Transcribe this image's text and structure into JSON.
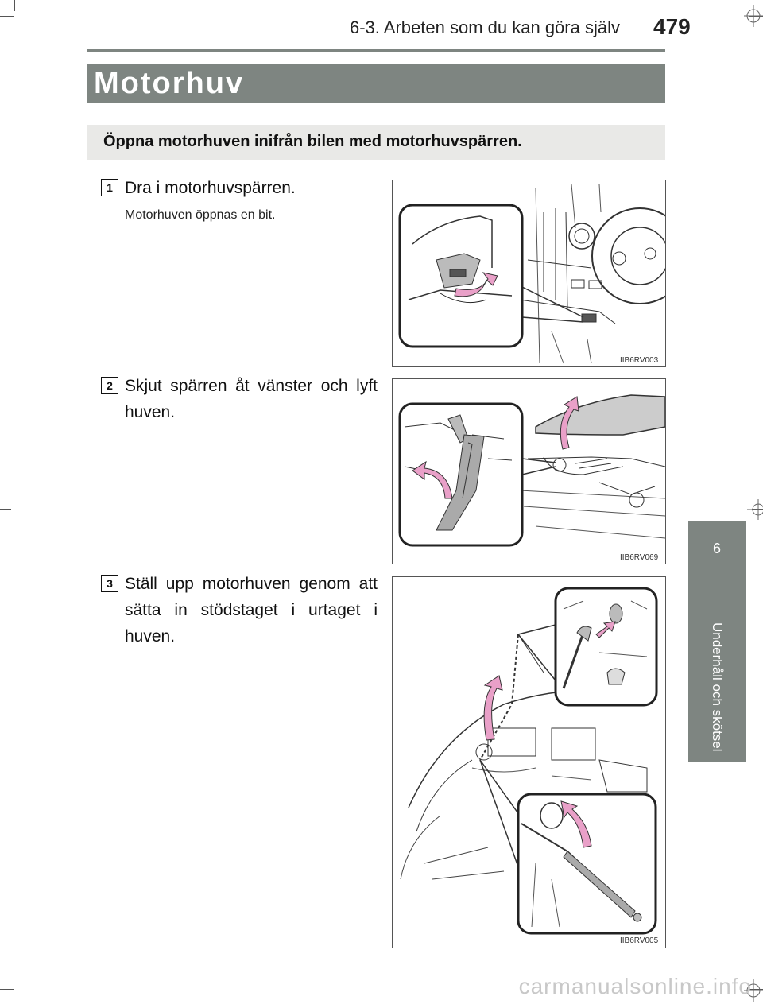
{
  "header": {
    "section": "6-3. Arbeten som du kan göra själv",
    "page_number": "479"
  },
  "title": "Motorhuv",
  "subtitle": "Öppna motorhuven inifrån bilen med motorhuvspärren.",
  "steps": [
    {
      "num": "1",
      "text": "Dra i motorhuvspärren.",
      "note": "Motorhuven öppnas en bit.",
      "figure_code": "IIB6RV003"
    },
    {
      "num": "2",
      "text": "Skjut spärren åt vänster och lyft huven.",
      "figure_code": "IIB6RV069"
    },
    {
      "num": "3",
      "text": "Ställ upp motorhuven genom att sätta in stödstaget i urtaget i huven.",
      "figure_code": "IIB6RV005"
    }
  ],
  "side_tab": {
    "number": "6",
    "label": "Underhåll och skötsel"
  },
  "watermark": "carmanualsonline.info",
  "colors": {
    "bar": "#7e8581",
    "subbar": "#e9e9e7",
    "arrow": "#e9a0c8"
  }
}
